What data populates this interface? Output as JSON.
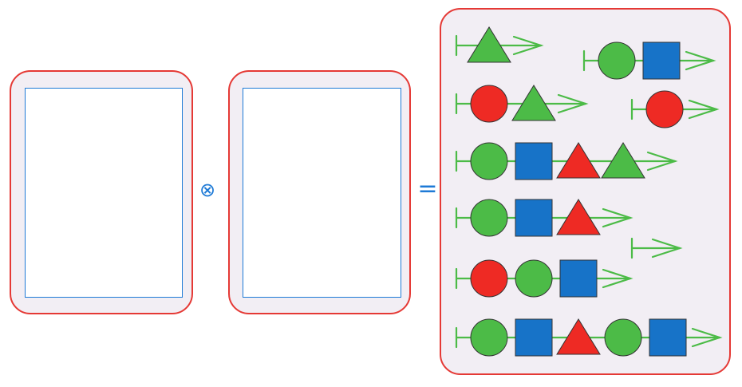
{
  "operators": {
    "tensor": "⊗",
    "equals": "="
  },
  "colors": {
    "panel_border": "#e53935",
    "panel_fill": "#f2eef4",
    "inner_border": "#1e7ad6",
    "operator": "#1e7ad6",
    "line": "#4cbb47",
    "circle_green": "#4cbb47",
    "circle_red": "#ee2a24",
    "square_blue": "#1773c8",
    "triangle_green": "#4cbb47",
    "triangle_red": "#ee2a24",
    "shape_stroke": "#333333"
  },
  "result_sequences": [
    [
      "triangle-green"
    ],
    [
      "circle-green",
      "square-blue"
    ],
    [
      "circle-red",
      "triangle-green"
    ],
    [
      "circle-red"
    ],
    [
      "circle-green",
      "square-blue",
      "triangle-red",
      "triangle-green"
    ],
    [
      "circle-green",
      "square-blue",
      "triangle-red"
    ],
    [],
    [
      "circle-red",
      "circle-green",
      "square-blue"
    ],
    [
      "circle-green",
      "square-blue",
      "triangle-red",
      "circle-green",
      "square-blue"
    ]
  ]
}
